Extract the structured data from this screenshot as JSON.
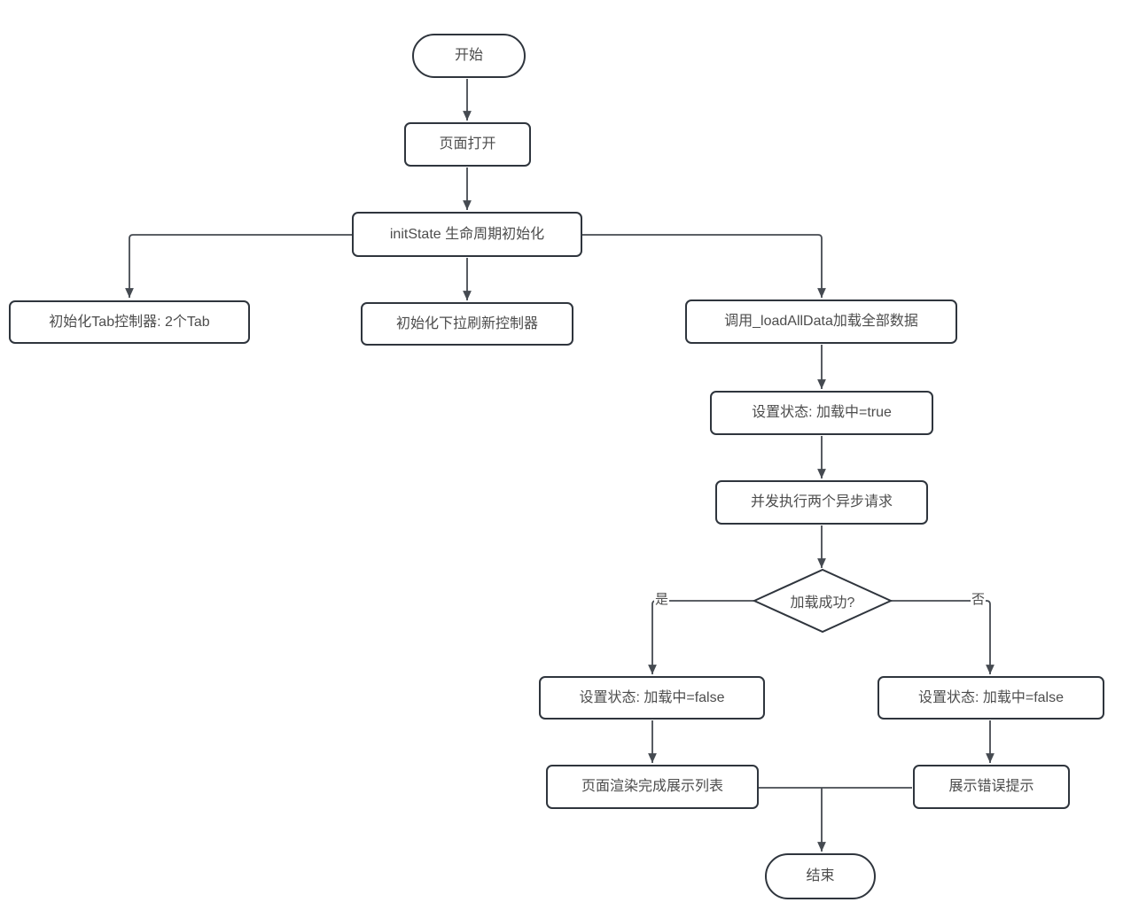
{
  "diagram": {
    "background": "#ffffff",
    "colors": {
      "background": "#ffffff",
      "node_fill": "#ffffff",
      "node_border": "#2f353d",
      "connector": "#454a51",
      "text": "#4d4d4d"
    },
    "nodes": {
      "start": {
        "label": "开始",
        "type": "terminator"
      },
      "page_open": {
        "label": "页面打开",
        "type": "process"
      },
      "init_state": {
        "label": "initState 生命周期初始化",
        "type": "process"
      },
      "init_tab": {
        "label": "初始化Tab控制器: 2个Tab",
        "type": "process"
      },
      "init_refresh": {
        "label": "初始化下拉刷新控制器",
        "type": "process"
      },
      "load_all_data": {
        "label": "调用_loadAllData加载全部数据",
        "type": "process"
      },
      "set_loading_true": {
        "label": "设置状态: 加载中=true",
        "type": "process"
      },
      "concurrent_requests": {
        "label": "并发执行两个异步请求",
        "type": "process"
      },
      "load_success": {
        "label": "加载成功?",
        "type": "decision"
      },
      "set_loading_false_yes": {
        "label": "设置状态: 加载中=false",
        "type": "process"
      },
      "set_loading_false_no": {
        "label": "设置状态: 加载中=false",
        "type": "process"
      },
      "render_list": {
        "label": "页面渲染完成展示列表",
        "type": "process"
      },
      "show_error": {
        "label": "展示错误提示",
        "type": "process"
      },
      "end": {
        "label": "结束",
        "type": "terminator"
      }
    },
    "edge_labels": {
      "yes": "是",
      "no": "否"
    },
    "edges": [
      {
        "from": "start",
        "to": "page_open"
      },
      {
        "from": "page_open",
        "to": "init_state"
      },
      {
        "from": "init_state",
        "to": "init_tab"
      },
      {
        "from": "init_state",
        "to": "init_refresh"
      },
      {
        "from": "init_state",
        "to": "load_all_data"
      },
      {
        "from": "load_all_data",
        "to": "set_loading_true"
      },
      {
        "from": "set_loading_true",
        "to": "concurrent_requests"
      },
      {
        "from": "concurrent_requests",
        "to": "load_success"
      },
      {
        "from": "load_success",
        "to": "set_loading_false_yes",
        "label": "是"
      },
      {
        "from": "load_success",
        "to": "set_loading_false_no",
        "label": "否"
      },
      {
        "from": "set_loading_false_yes",
        "to": "render_list"
      },
      {
        "from": "set_loading_false_no",
        "to": "show_error"
      },
      {
        "from": "render_list",
        "to": "end"
      },
      {
        "from": "show_error",
        "to": "end"
      }
    ]
  }
}
